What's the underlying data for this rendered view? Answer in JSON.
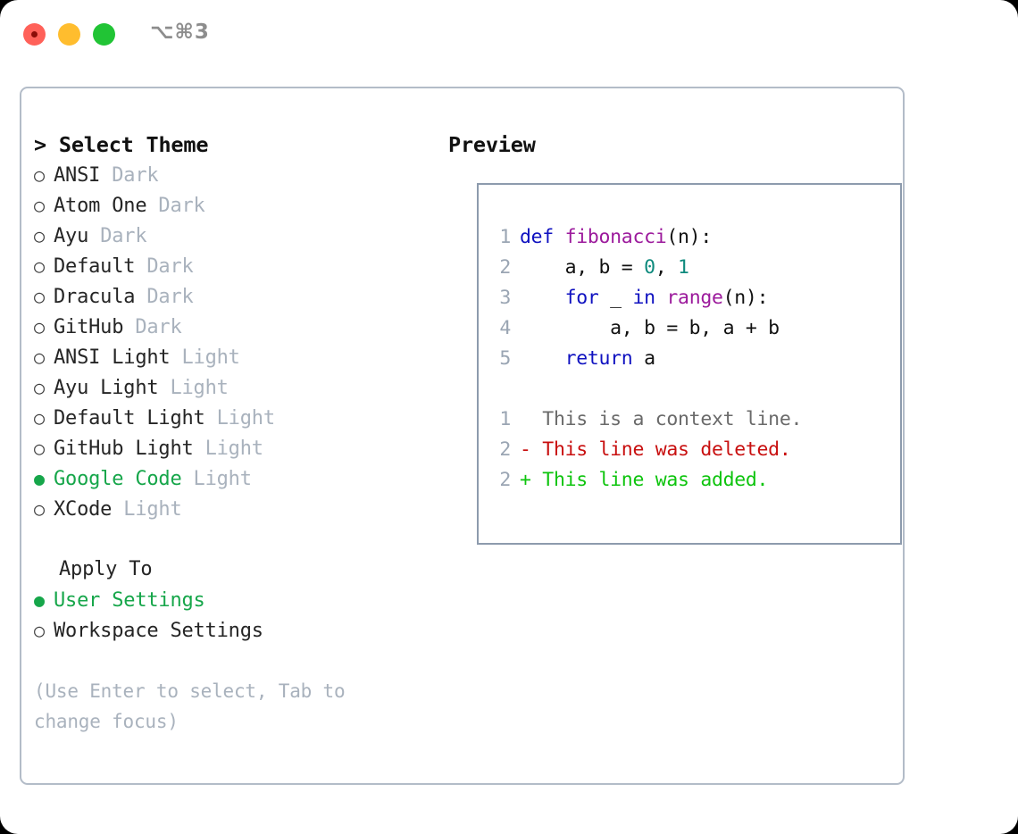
{
  "window": {
    "shortcut": "⌥⌘3",
    "controls": [
      {
        "name": "close",
        "color": "#ff6159"
      },
      {
        "name": "minimize",
        "color": "#ffbd2e"
      },
      {
        "name": "maximize",
        "color": "#21c435"
      }
    ]
  },
  "theme_picker": {
    "heading": "> Select Theme",
    "options": [
      {
        "label": "ANSI",
        "variant": "Dark",
        "selected": false,
        "bullet": "○"
      },
      {
        "label": "Atom One",
        "variant": "Dark",
        "selected": false,
        "bullet": "○"
      },
      {
        "label": "Ayu",
        "variant": "Dark",
        "selected": false,
        "bullet": "○"
      },
      {
        "label": "Default",
        "variant": "Dark",
        "selected": false,
        "bullet": "○"
      },
      {
        "label": "Dracula",
        "variant": "Dark",
        "selected": false,
        "bullet": "○"
      },
      {
        "label": "GitHub",
        "variant": "Dark",
        "selected": false,
        "bullet": "○"
      },
      {
        "label": "ANSI Light",
        "variant": "Light",
        "selected": false,
        "bullet": "○"
      },
      {
        "label": "Ayu Light",
        "variant": "Light",
        "selected": false,
        "bullet": "○"
      },
      {
        "label": "Default Light",
        "variant": "Light",
        "selected": false,
        "bullet": "○"
      },
      {
        "label": "GitHub Light",
        "variant": "Light",
        "selected": false,
        "bullet": "○"
      },
      {
        "label": "Google Code",
        "variant": "Light",
        "selected": true,
        "bullet": "●"
      },
      {
        "label": "XCode",
        "variant": "Light",
        "selected": false,
        "bullet": "○"
      }
    ]
  },
  "apply_to": {
    "title": "Apply To",
    "options": [
      {
        "label": "User Settings",
        "selected": true,
        "bullet": "●"
      },
      {
        "label": "Workspace Settings",
        "selected": false,
        "bullet": "○"
      }
    ]
  },
  "hint": "(Use Enter to select, Tab to change focus)",
  "preview": {
    "heading": "Preview",
    "code_lines": [
      {
        "number": "1",
        "tokens": [
          {
            "text": "def ",
            "style": "kw"
          },
          {
            "text": "fibonacci",
            "style": "fn"
          },
          {
            "text": "(n):",
            "style": "plain"
          }
        ]
      },
      {
        "number": "2",
        "tokens": [
          {
            "text": "    a, b = ",
            "style": "plain"
          },
          {
            "text": "0",
            "style": "num"
          },
          {
            "text": ", ",
            "style": "plain"
          },
          {
            "text": "1",
            "style": "num"
          }
        ]
      },
      {
        "number": "3",
        "tokens": [
          {
            "text": "    ",
            "style": "plain"
          },
          {
            "text": "for",
            "style": "kw"
          },
          {
            "text": " _ ",
            "style": "plain"
          },
          {
            "text": "in",
            "style": "kw"
          },
          {
            "text": " ",
            "style": "plain"
          },
          {
            "text": "range",
            "style": "fn"
          },
          {
            "text": "(n):",
            "style": "plain"
          }
        ]
      },
      {
        "number": "4",
        "tokens": [
          {
            "text": "        a, b = b, a + b",
            "style": "plain"
          }
        ]
      },
      {
        "number": "5",
        "tokens": [
          {
            "text": "    ",
            "style": "plain"
          },
          {
            "text": "return",
            "style": "kw"
          },
          {
            "text": " a",
            "style": "plain"
          }
        ]
      }
    ],
    "diff_lines": [
      {
        "number": "1",
        "marker": "  ",
        "text": "This is a context line.",
        "style": "ctx"
      },
      {
        "number": "2",
        "marker": "- ",
        "text": "This line was deleted.",
        "style": "del"
      },
      {
        "number": "2",
        "marker": "+ ",
        "text": "This line was added.",
        "style": "add"
      }
    ]
  },
  "colors": {
    "accent_green": "#16a64a",
    "muted": "#a9b2bd",
    "keyword": "#0f11c0",
    "function": "#9c1a9c",
    "number": "#0e8a7d",
    "diff_delete": "#c80f0f",
    "diff_add": "#0ec40e",
    "panel_border": "#b3bcc8",
    "preview_border": "#8d9bad"
  }
}
